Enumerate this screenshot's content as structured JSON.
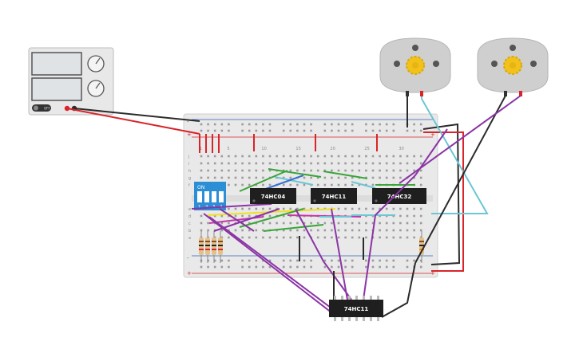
{
  "colors": {
    "wire_red": "#d9242a",
    "wire_black": "#2b2b2b",
    "wire_purple": "#8b34a5",
    "wire_green": "#3aa53a",
    "wire_cyan": "#6cc6d4",
    "wire_yellow": "#f0e020",
    "wire_blue": "#3a6fcf",
    "wire_magenta": "#c437a7",
    "chip_body": "#1f1f1f",
    "dip_body": "#2c8fd6",
    "breadboard": "#e9e9e9",
    "motor_body": "#cfcfcf",
    "gear": "#f2c21b"
  },
  "power_supply": {
    "switch_label": "OFF"
  },
  "dip_switch": {
    "on_label": "ON",
    "numbers": [
      "1",
      "2",
      "3",
      "4"
    ]
  },
  "chips": {
    "inverter": "74HC04",
    "and3": "74HC11",
    "or2": "74HC32",
    "and3_external": "74HC11"
  },
  "breadboard": {
    "rail_plus": "+",
    "rail_minus": "-",
    "row_letters_top": [
      "j",
      "i",
      "h",
      "g",
      "f"
    ],
    "row_letters_bottom": [
      "e",
      "d",
      "c",
      "b",
      "a"
    ],
    "column_numbers": [
      "1",
      "5",
      "10",
      "15",
      "20",
      "25",
      "30"
    ]
  },
  "motors": [
    {
      "id": "left-motor"
    },
    {
      "id": "right-motor"
    }
  ]
}
